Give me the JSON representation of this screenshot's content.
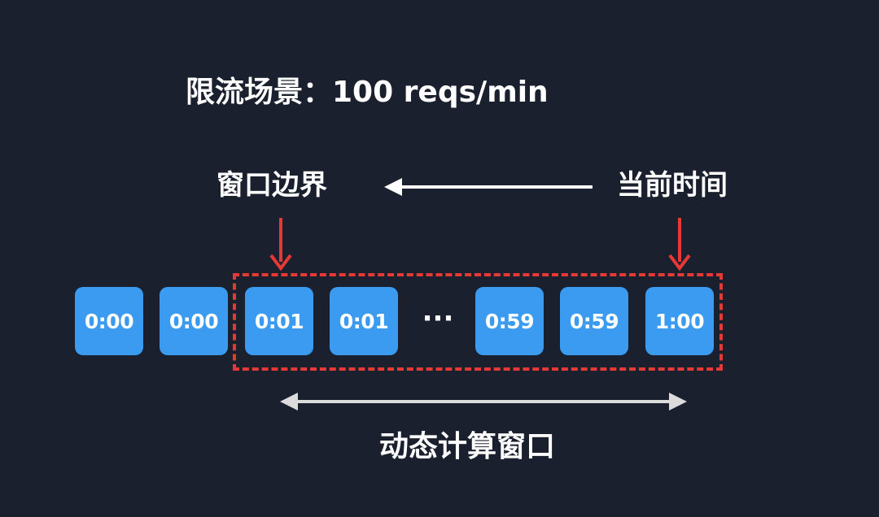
{
  "title": "限流场景：100 reqs/min",
  "labels": {
    "window_boundary": "窗口边界",
    "current_time": "当前时间",
    "dynamic_window": "动态计算窗口"
  },
  "slots": [
    "0:00",
    "0:00",
    "0:01",
    "0:01",
    "0:59",
    "0:59",
    "1:00"
  ],
  "ellipsis": "···",
  "colors": {
    "background": "#1a202e",
    "slot": "#3a9bf0",
    "marker_arrow": "#e53935",
    "window_frame": "#e53935",
    "span_arrow": "#dcdcdc",
    "text": "#ffffff"
  }
}
